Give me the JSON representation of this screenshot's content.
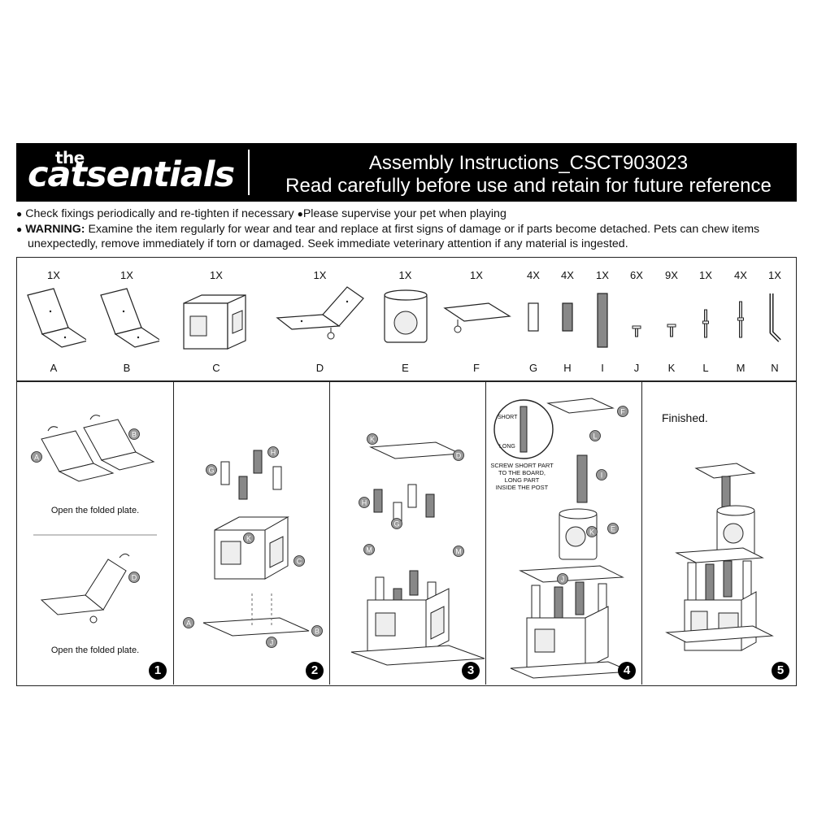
{
  "header": {
    "logo_small": "the",
    "logo_big": "catsentials",
    "title": "Assembly Instructions_CSCT903023",
    "subtitle": "Read carefully before use and retain for future reference"
  },
  "notes": {
    "bullet": "●",
    "check": "Check fixings periodically and re-tighten if necessary",
    "supervise": "Please supervise your pet when playing",
    "warning_label": "WARNING:",
    "warning_line1": "Examine the item regularly for wear and tear and replace at first signs of damage or if parts become detached. Pets can chew items",
    "warning_line2": "unexpectedly, remove immediately if torn or damaged. Seek immediate veterinary attention if any material is ingested."
  },
  "parts": [
    {
      "qty": "1X",
      "label": "A",
      "icon": "folded-plate"
    },
    {
      "qty": "1X",
      "label": "B",
      "icon": "folded-plate"
    },
    {
      "qty": "1X",
      "label": "C",
      "icon": "cube-house"
    },
    {
      "qty": "1X",
      "label": "D",
      "icon": "folded-plate-with-ball"
    },
    {
      "qty": "1X",
      "label": "E",
      "icon": "round-condo"
    },
    {
      "qty": "1X",
      "label": "F",
      "icon": "top-platform"
    },
    {
      "qty": "4X",
      "label": "G",
      "icon": "short-post"
    },
    {
      "qty": "4X",
      "label": "H",
      "icon": "sisal-post"
    },
    {
      "qty": "1X",
      "label": "I",
      "icon": "long-sisal-post"
    },
    {
      "qty": "6X",
      "label": "J",
      "icon": "screw"
    },
    {
      "qty": "9X",
      "label": "K",
      "icon": "screw"
    },
    {
      "qty": "1X",
      "label": "L",
      "icon": "bolt"
    },
    {
      "qty": "4X",
      "label": "M",
      "icon": "long-bolt"
    },
    {
      "qty": "1X",
      "label": "N",
      "icon": "allen-key"
    }
  ],
  "steps": {
    "s1": {
      "number": "1",
      "caption_top": "Open the folded plate.",
      "caption_bottom": "Open the folded plate.",
      "labels": [
        "A",
        "B",
        "D"
      ]
    },
    "s2": {
      "number": "2",
      "labels": [
        "G",
        "H",
        "K",
        "C",
        "A",
        "B",
        "J"
      ]
    },
    "s3": {
      "number": "3",
      "labels": [
        "K",
        "D",
        "H",
        "G",
        "M"
      ]
    },
    "s4": {
      "number": "4",
      "callout_short": "SHORT",
      "callout_long": "LONG",
      "callout_note_1": "SCREW SHORT PART",
      "callout_note_2": "TO THE BOARD,",
      "callout_note_3": "LONG PART",
      "callout_note_4": "INSIDE THE POST",
      "labels": [
        "F",
        "L",
        "I",
        "K",
        "E",
        "J"
      ]
    },
    "s5": {
      "number": "5",
      "caption": "Finished."
    }
  }
}
